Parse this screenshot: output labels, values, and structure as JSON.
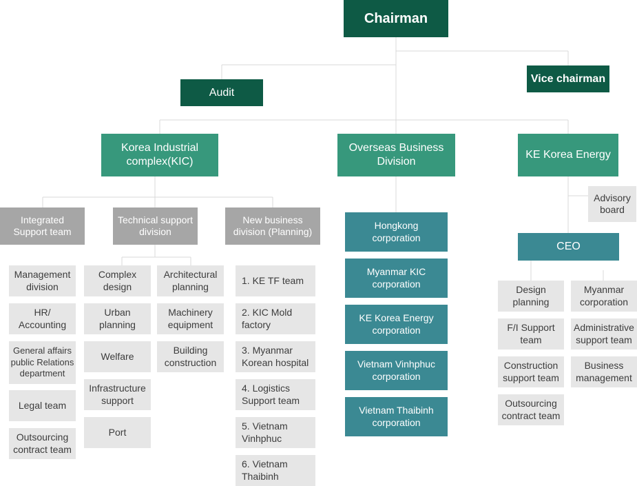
{
  "top": {
    "chairman": "Chairman",
    "vice_chairman": "Vice chairman",
    "audit": "Audit"
  },
  "divisions": {
    "kic": "Korea Industrial\ncomplex(KIC)",
    "overseas": "Overseas Business\nDivision",
    "ke_energy": "KE Korea Energy"
  },
  "kic_subs": {
    "integrated": "Integrated\nSupport team",
    "technical": "Technical support\ndivision",
    "new_business": "New business\ndivision (Planning)"
  },
  "integrated_teams": [
    "Management\ndivision",
    "HR/\nAccounting",
    "General affairs\npublic Relations\ndepartment",
    "Legal team",
    "Outsourcing\ncontract team"
  ],
  "technical_col1": [
    "Complex\ndesign",
    "Urban\nplanning",
    "Welfare",
    "Infrastructure\nsupport",
    "Port"
  ],
  "technical_col2": [
    "Architectural\nplanning",
    "Machinery\nequipment",
    "Building\nconstruction"
  ],
  "new_business_teams": [
    "1. KE TF team",
    "2. KIC Mold\nfactory",
    "3. Myanmar\nKorean hospital",
    "4. Logistics\nSupport team",
    "5. Vietnam\nVinhphuc",
    "6. Vietnam\nThaibinh"
  ],
  "overseas_corps": [
    "Hongkong\ncorporation",
    "Myanmar KIC\ncorporation",
    "KE Korea Energy\ncorporation",
    "Vietnam Vinhphuc\ncorporation",
    "Vietnam Thaibinh\ncorporation"
  ],
  "energy": {
    "advisory": "Advisory\nboard",
    "ceo": "CEO",
    "col1": [
      "Design\nplanning",
      "F/I Support\nteam",
      "Construction\nsupport team",
      "Outsourcing\ncontract team"
    ],
    "col2": [
      "Myanmar\ncorporation",
      "Administrative\nsupport team",
      "Business\nmanagement"
    ]
  },
  "colors": {
    "dark_green": "#0e5a45",
    "green": "#37987c",
    "gray": "#a6a6a6",
    "teal": "#3b8993",
    "light_gray": "#e6e6e6",
    "connector": "#d9d9d9"
  }
}
